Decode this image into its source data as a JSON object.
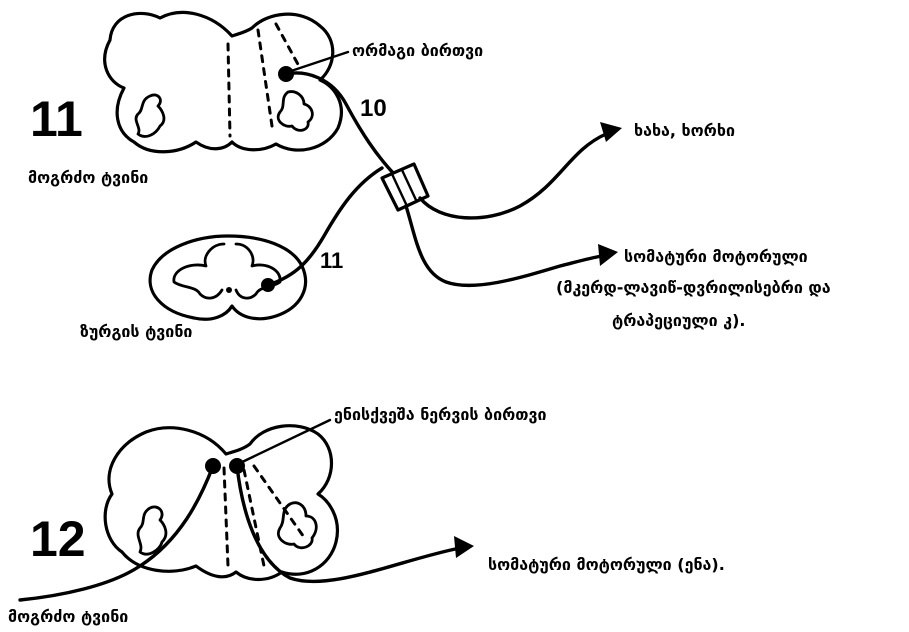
{
  "section_upper": {
    "number_medulla": "11",
    "nucleus_label": "ორმაგი ბირთვი",
    "fiber_number": "10",
    "medulla_label": "მოგრძო ტვინი",
    "target_pharynx": "ხახა, ხორხი",
    "target_somatic_line1": "სომატური მოტორული",
    "target_somatic_line2": "(მკერდ-ლავიწ-დვრილისებრი და",
    "target_somatic_line3": "ტრაპეციული კ).",
    "spinal_fiber_number": "11",
    "spinal_label": "ზურგის ტვინი"
  },
  "section_lower": {
    "number_medulla": "12",
    "nucleus_label": "ენისქვეშა ნერვის ბირთვი",
    "target_somatic": "სომატური მოტორული (ენა).",
    "medulla_label": "მოგრძო ტვინი"
  }
}
